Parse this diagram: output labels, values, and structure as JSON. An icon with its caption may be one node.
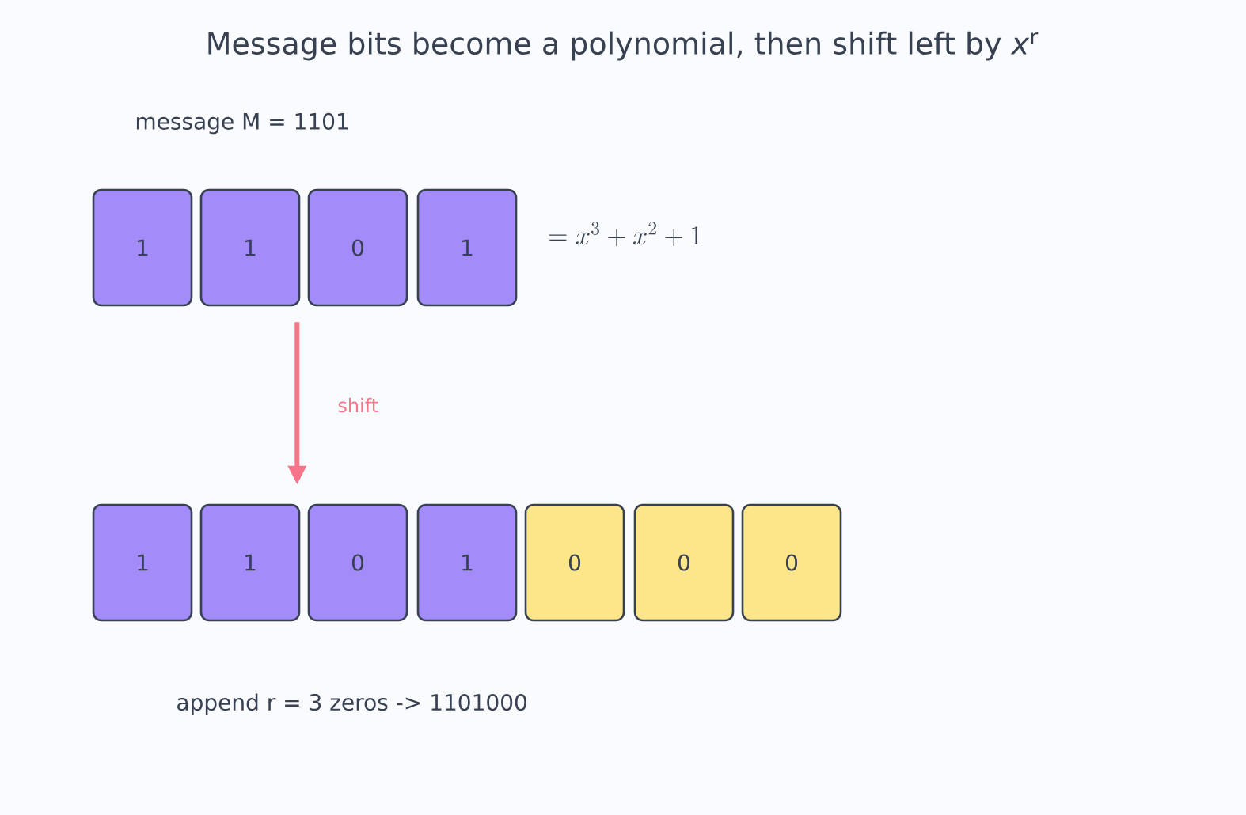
{
  "diagram": {
    "title": "Message bits become a polynomial, then shift left by *x*$^{r}$",
    "nodes": [
      {
        "text": [
          "1"
        ]
      },
      {
        "text": [
          "1"
        ]
      },
      {
        "text": [
          "0"
        ]
      },
      {
        "text": [
          "1"
        ]
      },
      {
        "text": [
          "1"
        ]
      },
      {
        "text": [
          "1"
        ]
      },
      {
        "text": [
          "0"
        ]
      },
      {
        "text": [
          "1"
        ]
      },
      {
        "text": [
          "0"
        ]
      },
      {
        "text": [
          "0"
        ]
      },
      {
        "text": [
          "0"
        ]
      }
    ],
    "edges": [
      {
        "from": 1,
        "to": 5,
        "arrow": "to",
        "label": "shift",
        "color": "#f87489"
      }
    ],
    "labels": [
      "message M = 1101",
      "= x^3 + x^2 + 1",
      "append r = 3 zeros  ->  1101000"
    ]
  }
}
